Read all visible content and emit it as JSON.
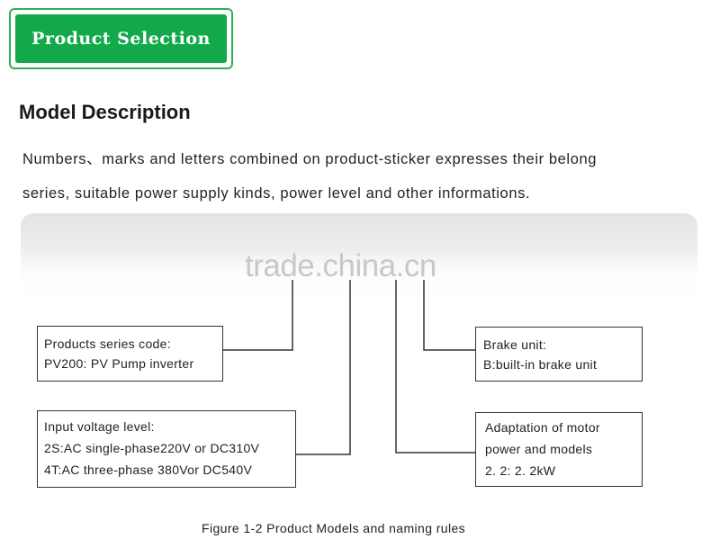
{
  "banner": {
    "label": "Product Selection"
  },
  "section": {
    "title": "Model Description"
  },
  "intro": {
    "line1": "Numbers、marks and letters combined on product-sticker expresses their belong",
    "line2": "series, suitable power supply kinds, power level and other informations."
  },
  "watermark": {
    "text": "trade.china.cn"
  },
  "boxes": {
    "series": {
      "line1": "Products series code:",
      "line2": "PV200: PV Pump inverter"
    },
    "voltage": {
      "line1": "Input voltage level:",
      "line2": "2S:AC single-phase220V or DC310V",
      "line3": "4T:AC three-phase 380Vor DC540V"
    },
    "brake": {
      "line1": "Brake unit:",
      "line2": "B:built-in brake unit"
    },
    "motor": {
      "line1": "Adaptation of motor",
      "line2": "power and models",
      "line3": "2. 2: 2. 2kW"
    }
  },
  "figure": {
    "caption": "Figure 1-2 Product Models and naming rules"
  },
  "colors": {
    "banner_fill": "#12a94a",
    "banner_border": "#2fae55",
    "line": "#333333"
  }
}
